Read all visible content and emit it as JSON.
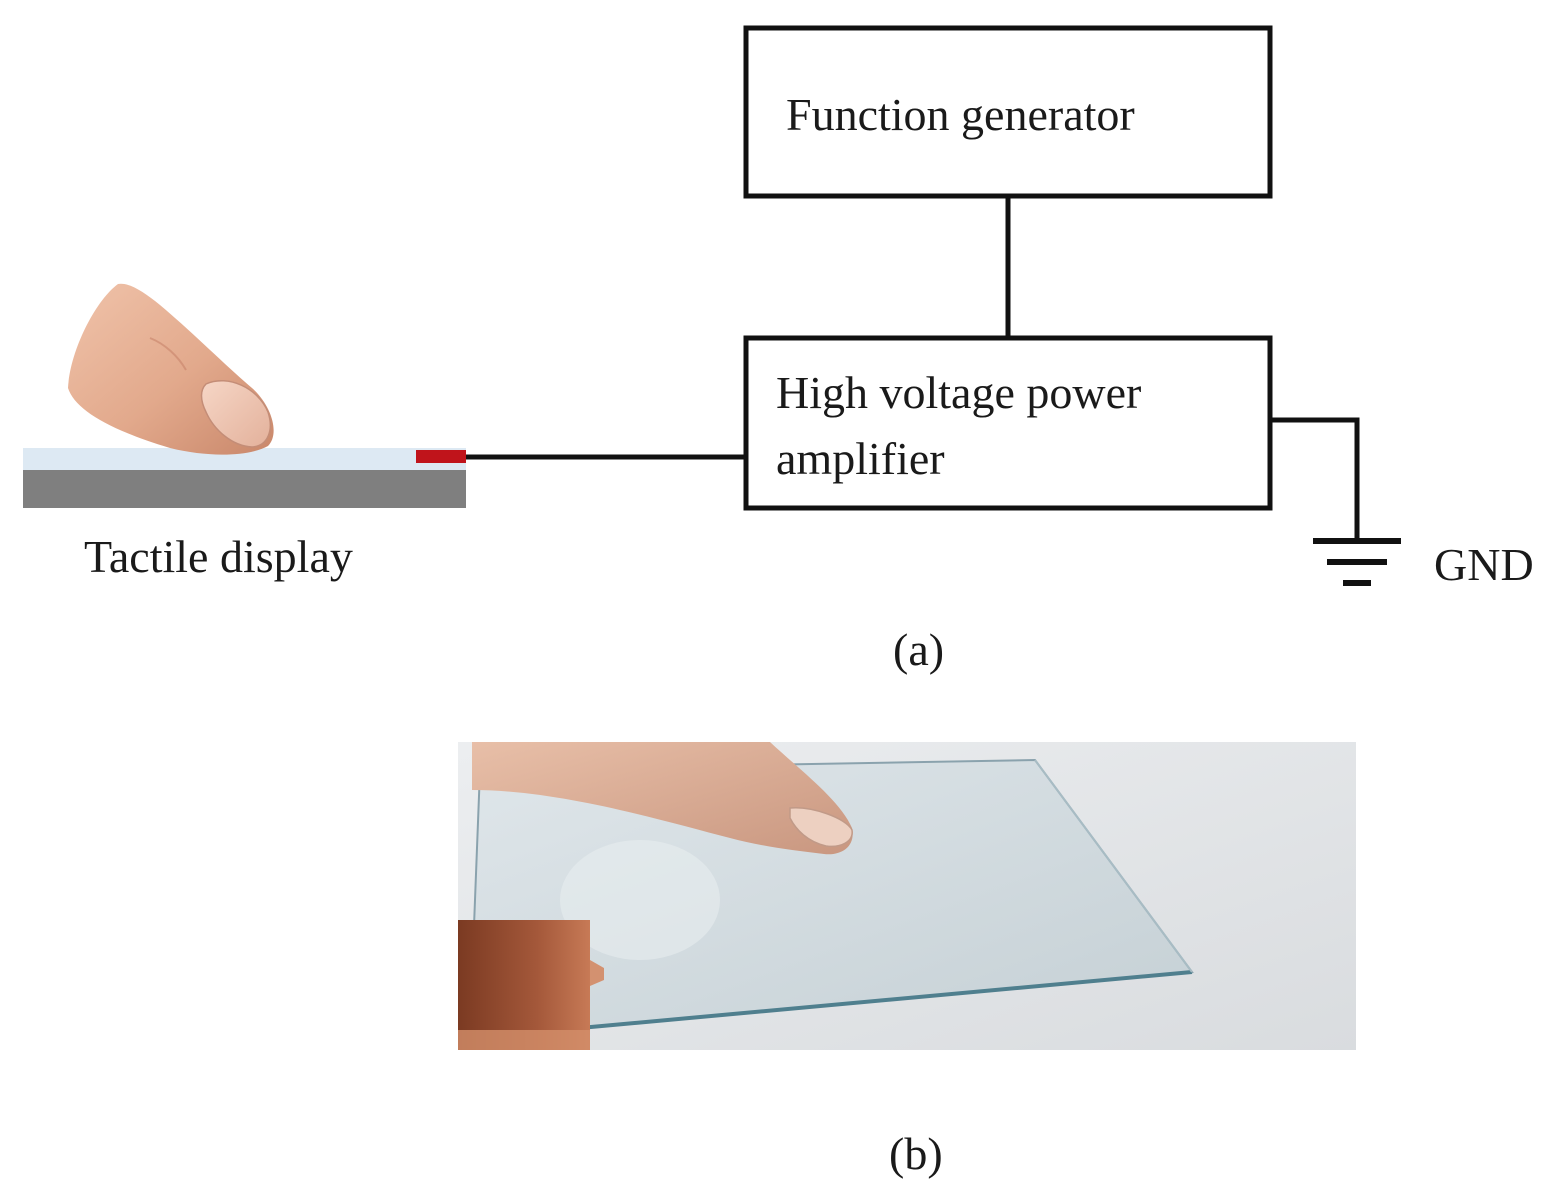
{
  "diagram": {
    "function_generator_label": "Function generator",
    "amplifier_label_line1": "High voltage power",
    "amplifier_label_line2": "amplifier",
    "display_label": "Tactile display",
    "ground_label": "GND",
    "caption_a": "(a)",
    "caption_b": "(b)"
  },
  "colors": {
    "line": "#111111",
    "electrode": "#c0141b",
    "glass_layer": "#dde9f3",
    "base_layer": "#7f7f7f",
    "skin": "#e2a98c",
    "copper": "#9a4a2c"
  },
  "icons": {
    "finger": "finger-illustration",
    "ground": "ground-symbol-icon"
  }
}
